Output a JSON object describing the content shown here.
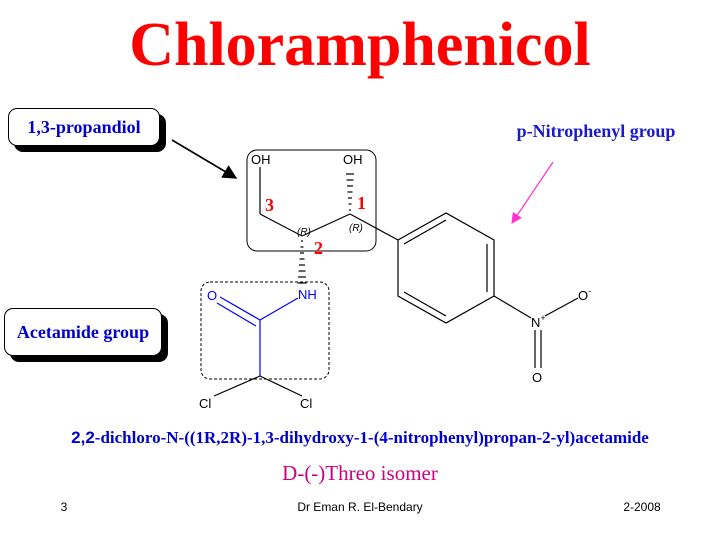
{
  "title": "Chloramphenicol",
  "labels": {
    "propandiol": "1,3-propandiol",
    "acetamide": "Acetamide group",
    "nitrophenyl": "p-Nitrophenyl group"
  },
  "molecule": {
    "oh_left": "OH",
    "oh_right": "OH",
    "nh": "NH",
    "o_carbonyl": "O",
    "cl_left": "Cl",
    "cl_right": "Cl",
    "n_plus": "N+",
    "o_minus": "O-",
    "o_bottom": "O",
    "stereo_c2": "(R)",
    "stereo_c1": "(R)",
    "num_1": "1",
    "num_2": "2",
    "num_3": "3"
  },
  "iupac": {
    "prefix": "2,2",
    "rest": "-dichloro-N-((1R,2R)-1,3-dihydroxy-1-(4-nitrophenyl)propan-2-yl)acetamide"
  },
  "isomer": "D-(-)Threo isomer",
  "footer": {
    "page": "3",
    "author": "Dr Eman R. El-Bendary",
    "date": "2-2008"
  },
  "colors": {
    "title": "#ff0000",
    "label_text": "#0000cc",
    "isomer": "#cc0080",
    "arrow_pink": "#ff33cc",
    "bond_blue": "#0000ff"
  }
}
